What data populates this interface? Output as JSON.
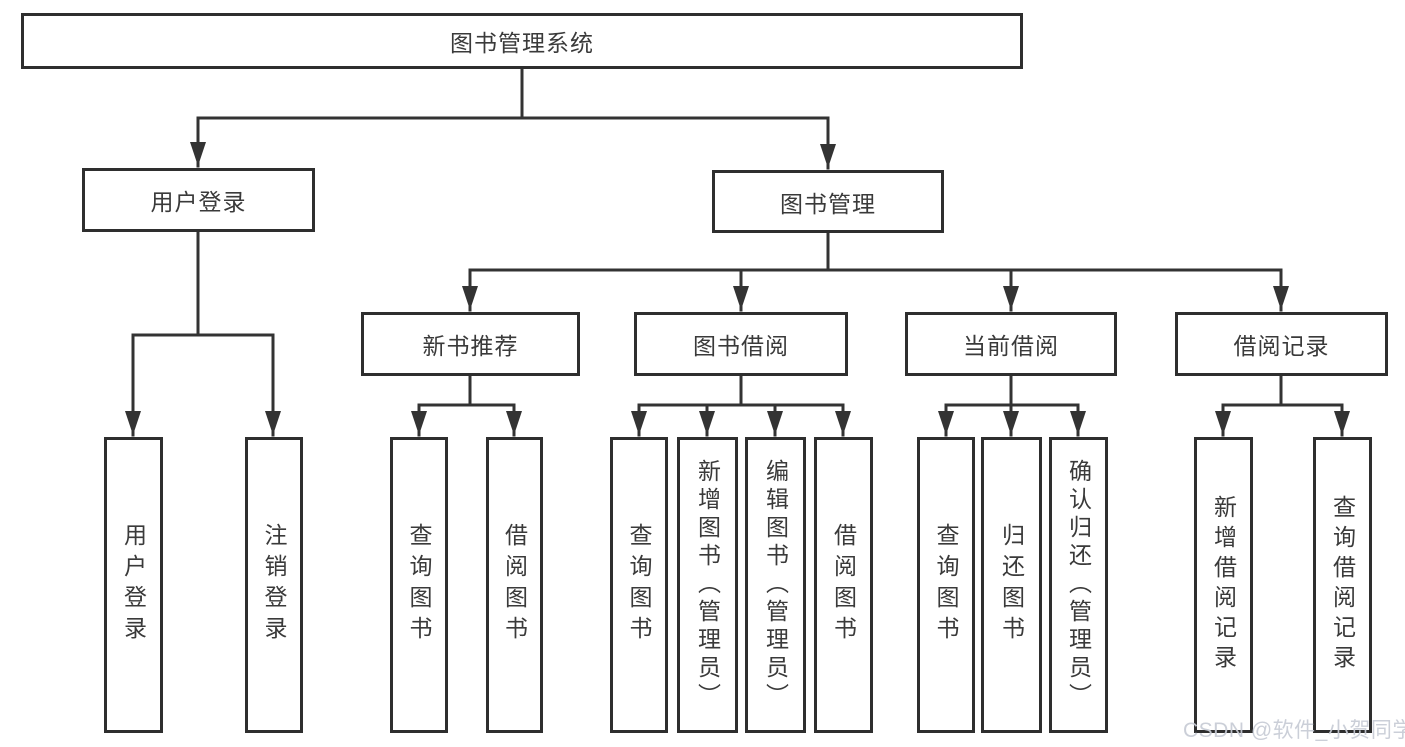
{
  "nodes": {
    "root": "图书管理系统",
    "user_login": "用户登录",
    "book_mgmt": "图书管理",
    "new_book_rec": "新书推荐",
    "book_borrow": "图书借阅",
    "current_borrow": "当前借阅",
    "borrow_records": "借阅记录",
    "leaf_user_login": "用户登录",
    "leaf_logout": "注销登录",
    "leaf_query_book_1": "查询图书",
    "leaf_borrow_book_1": "借阅图书",
    "leaf_query_book_2": "查询图书",
    "leaf_add_book": "新增图书（管理员）",
    "leaf_edit_book": "编辑图书（管理员）",
    "leaf_borrow_book_2": "借阅图书",
    "leaf_query_book_3": "查询图书",
    "leaf_return_book": "归还图书",
    "leaf_confirm_return": "确认归还（管理员）",
    "leaf_add_record": "新增借阅记录",
    "leaf_query_record": "查询借阅记录"
  },
  "watermark": "CSDN @软件_小贺同学",
  "colors": {
    "line": "#333333",
    "box_border": "#2e2e2e",
    "text": "#3a3a3a",
    "watermark": "#c7cbd5",
    "background": "#ffffff"
  }
}
